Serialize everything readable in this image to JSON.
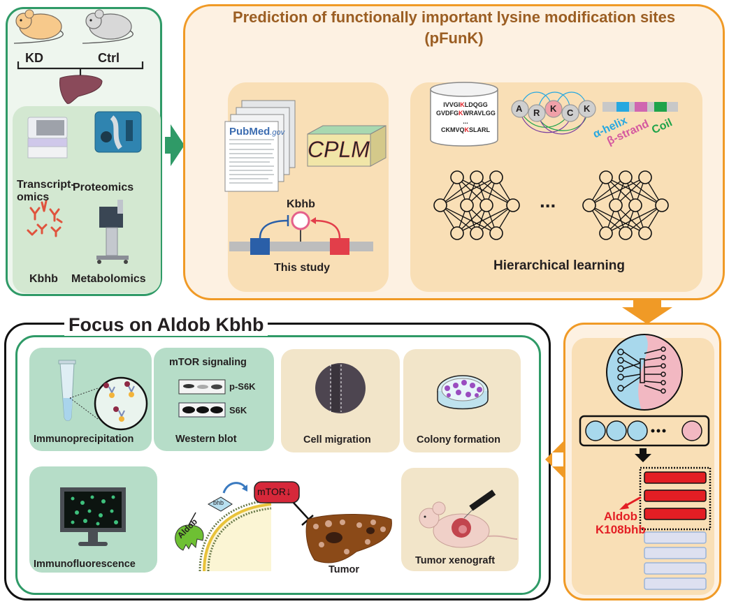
{
  "omics_panel": {
    "groups": [
      "KD",
      "Ctrl"
    ],
    "methods": [
      {
        "label_line1": "Transcript-",
        "label_line2": "omics",
        "icon": "sequencer-icon"
      },
      {
        "label": "Proteomics",
        "icon": "mass-spectrometer-icon"
      },
      {
        "label": "Kbhb",
        "icon": "antibody-icon"
      },
      {
        "label": "Metabolomics",
        "icon": "metabolomics-instrument-icon"
      }
    ]
  },
  "pfunk_panel": {
    "title_line1": "Prediction of functionally important lysine modification sites",
    "title_line2": "(pFunK)",
    "study_box": {
      "pubmed_label": "PubMed",
      "pubmed_suffix": ".gov",
      "database_label": "CPLM",
      "modification_label": "Kbhb",
      "caption": "This study"
    },
    "hierarchical_box": {
      "sequences": [
        {
          "prefix": "IVVGI",
          "site": "K",
          "suffix": "LDQGG"
        },
        {
          "prefix": "GVDFG",
          "site": "K",
          "suffix": "WRAVLGG"
        },
        {
          "prefix": "",
          "site": "",
          "suffix": "..."
        },
        {
          "prefix": "CKMVQ",
          "site": "K",
          "suffix": "SLARL"
        }
      ],
      "residues": [
        "A",
        "R",
        "K",
        "C",
        "K"
      ],
      "structure_labels": [
        "α-helix",
        "β-strand",
        "Coil"
      ],
      "ellipsis": "...",
      "caption": "Hierarchical learning"
    }
  },
  "focus_panel": {
    "title": "Focus on Aldob Kbhb",
    "cards": {
      "immunoprecipitation": "Immunoprecipitation",
      "western_title": "mTOR signaling",
      "western_bands": [
        "p-S6K",
        "S6K"
      ],
      "western_caption": "Western blot",
      "cell_migration": "Cell migration",
      "colony_formation": "Colony formation",
      "immunofluorescence": "Immunofluorescence",
      "tumor_xenograft": "Tumor xenograft"
    },
    "mechanism": {
      "bhb_label": "bhb",
      "enzyme_label": "Aldob",
      "pathway_label": "mTOR",
      "down_arrow": "↓",
      "outcome_label": "Tumor"
    }
  },
  "prediction_panel": {
    "site_label_line1": "Aldob",
    "site_label_line2": "K108bhb",
    "top_ranked_count": 3,
    "other_count": 4
  },
  "colors": {
    "green_border": "#2f9a67",
    "orange_border": "#f09a26",
    "title_brown": "#9b5e23",
    "highlight_red": "#e31e24",
    "helix_blue": "#27a8e0",
    "strand_pink": "#d4589f",
    "coil_green": "#1fa34a"
  }
}
